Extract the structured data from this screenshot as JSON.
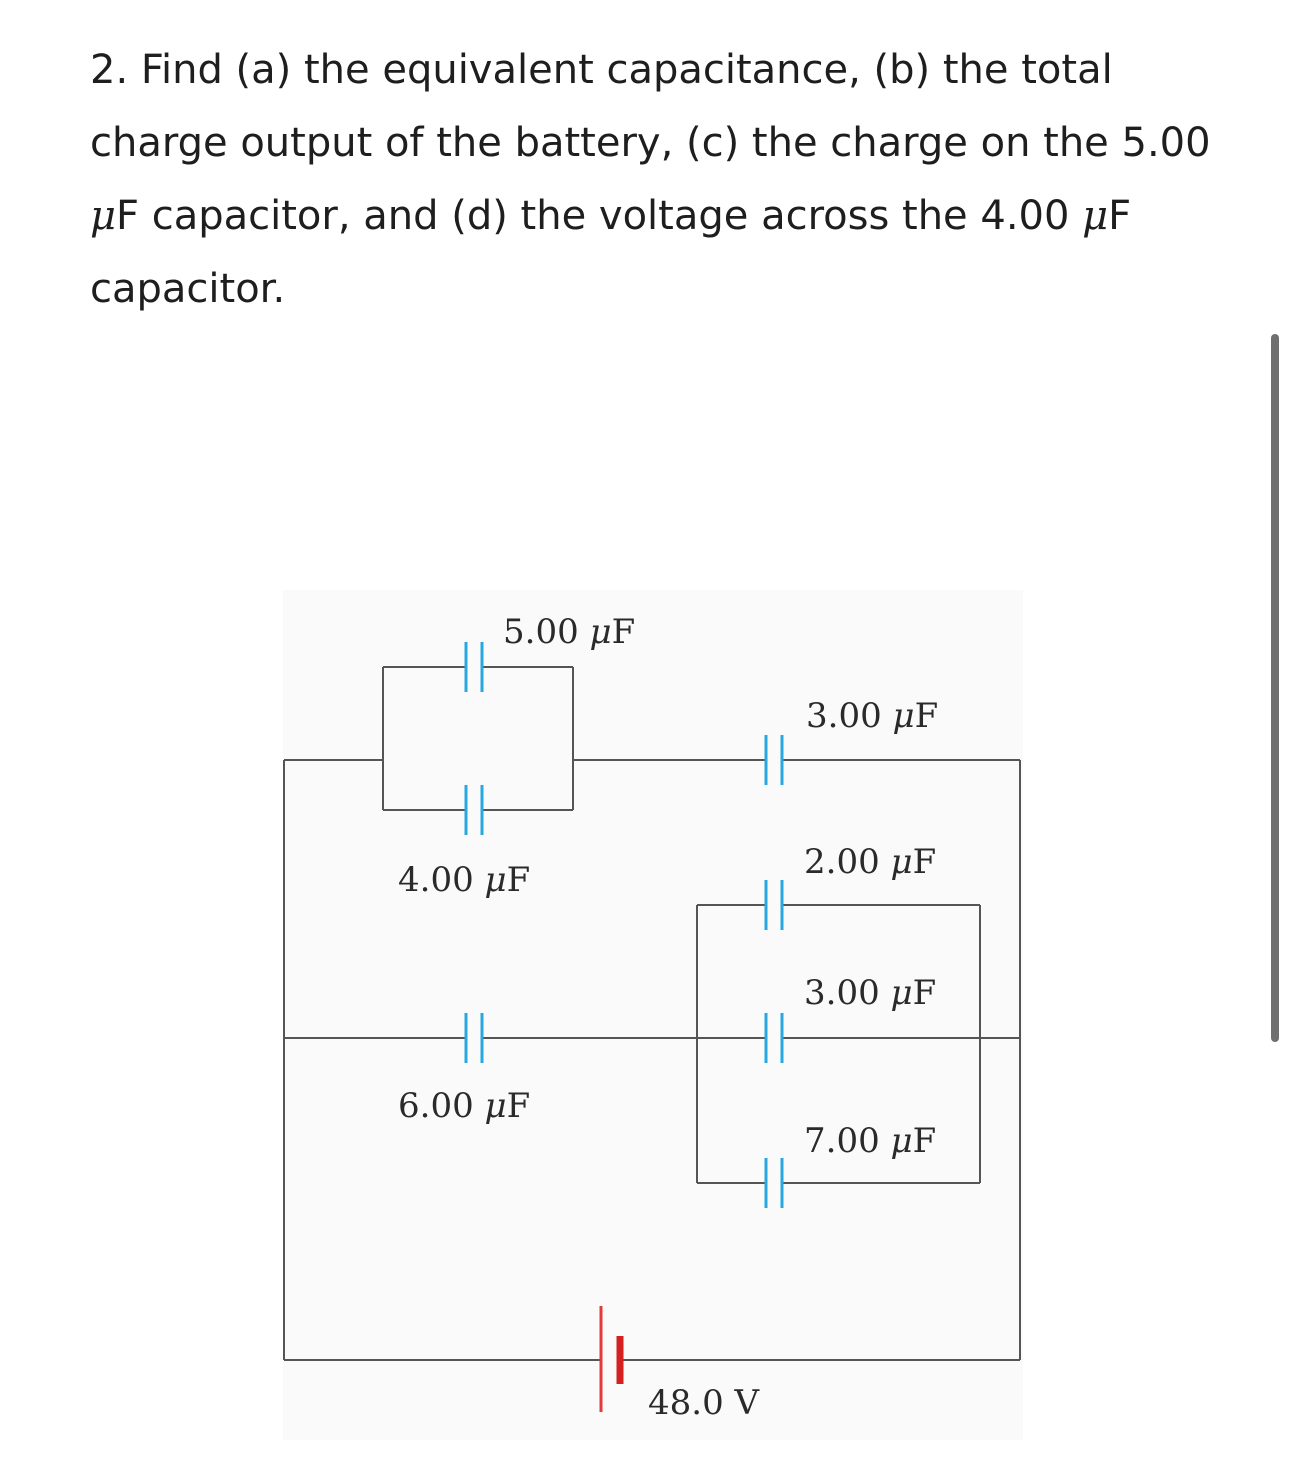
{
  "question": {
    "text_before_mu_1": "2. Find (a) the equivalent capacitance, (b) the total charge output of the battery, (c) the charge on the 5.00 ",
    "mu_1": "μ",
    "text_between": "F capacitor, and (d) the voltage across the 4.00 ",
    "mu_2": "μ",
    "text_after_mu_2": "F capacitor."
  },
  "circuit": {
    "capacitors": [
      {
        "id": "c5",
        "value": "5.00",
        "unit_mu": "μ",
        "unit_f": "F"
      },
      {
        "id": "c4",
        "value": "4.00",
        "unit_mu": "μ",
        "unit_f": "F"
      },
      {
        "id": "c3_top",
        "value": "3.00",
        "unit_mu": "μ",
        "unit_f": "F"
      },
      {
        "id": "c2",
        "value": "2.00",
        "unit_mu": "μ",
        "unit_f": "F"
      },
      {
        "id": "c3_mid",
        "value": "3.00",
        "unit_mu": "μ",
        "unit_f": "F"
      },
      {
        "id": "c6",
        "value": "6.00",
        "unit_mu": "μ",
        "unit_f": "F"
      },
      {
        "id": "c7",
        "value": "7.00",
        "unit_mu": "μ",
        "unit_f": "F"
      }
    ],
    "battery": {
      "voltage_label": "48.0 V"
    },
    "colors": {
      "wire": "#555555",
      "capacitor_plate": "#29a8e0",
      "battery_long": "#e23b3b",
      "battery_short": "#d42020",
      "background": "#fafafa"
    }
  },
  "scrollbar": {
    "color": "#6f6f6f"
  }
}
